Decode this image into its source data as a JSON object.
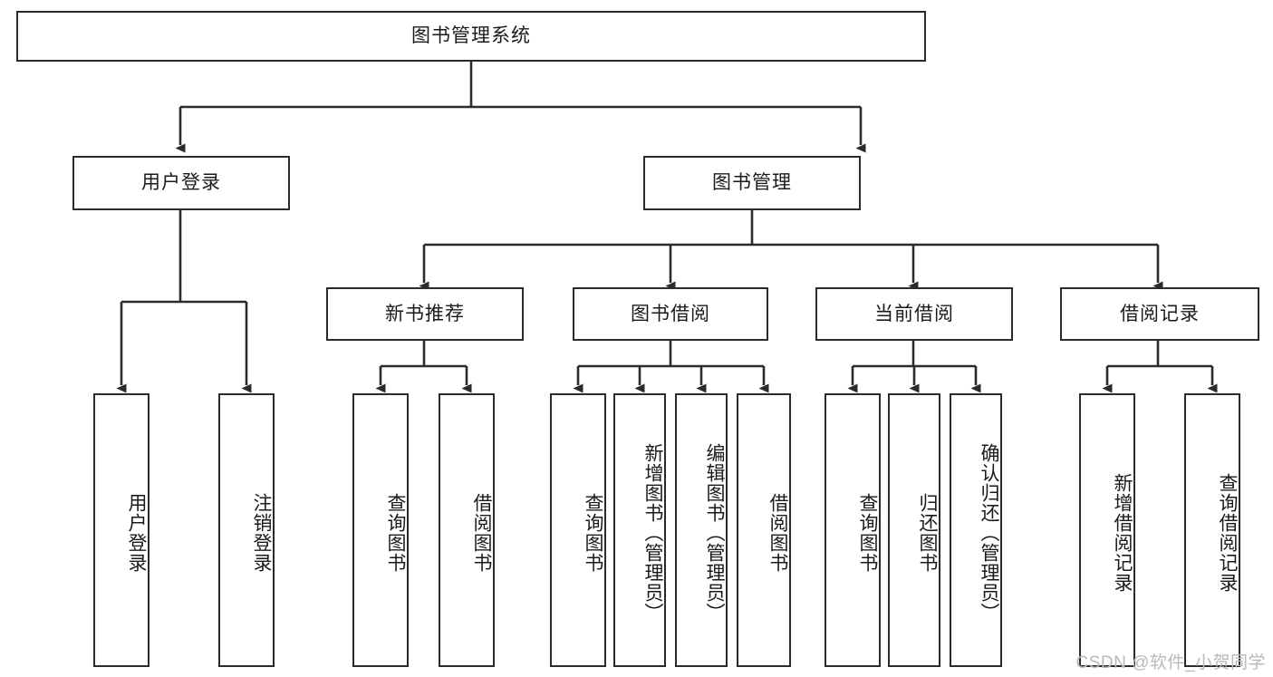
{
  "diagram": {
    "title": "图书管理系统",
    "type": "tree-hierarchy",
    "watermark": "CSDN @软件_小贺同学",
    "root": {
      "label": "图书管理系统"
    },
    "level1": [
      {
        "label": "用户登录"
      },
      {
        "label": "图书管理"
      }
    ],
    "level2": [
      {
        "label": "新书推荐"
      },
      {
        "label": "图书借阅"
      },
      {
        "label": "当前借阅"
      },
      {
        "label": "借阅记录"
      }
    ],
    "leaves": {
      "user_login": [
        {
          "label": "用户登录"
        },
        {
          "label": "注销登录"
        }
      ],
      "new_book_recommend": [
        {
          "label": "查询图书"
        },
        {
          "label": "借阅图书"
        }
      ],
      "book_borrow": [
        {
          "label": "查询图书"
        },
        {
          "label": "新增图书（管理员）"
        },
        {
          "label": "编辑图书（管理员）"
        },
        {
          "label": "借阅图书"
        }
      ],
      "current_borrow": [
        {
          "label": "查询图书"
        },
        {
          "label": "归还图书"
        },
        {
          "label": "确认归还（管理员）"
        }
      ],
      "borrow_record": [
        {
          "label": "新增借阅记录"
        },
        {
          "label": "查询借阅记录"
        }
      ]
    },
    "colors": {
      "border": "#2b2b2b",
      "fill": "#ffffff",
      "text": "#1a1a1a",
      "watermark": "#b9b9b9"
    }
  }
}
